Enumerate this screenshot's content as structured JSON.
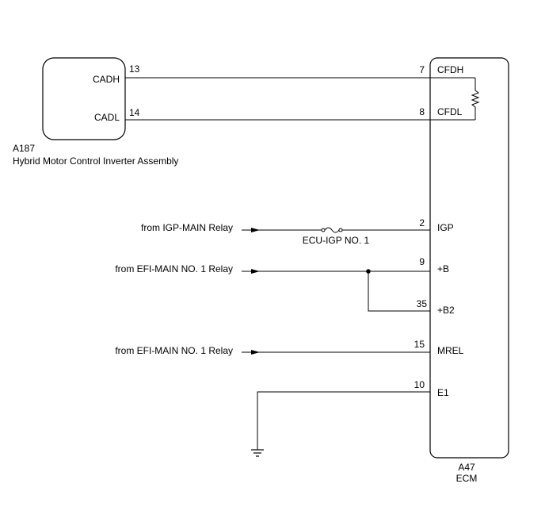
{
  "inverter": {
    "code": "A187",
    "name": "Hybrid Motor Control Inverter Assembly",
    "pins": [
      {
        "signal": "CADH",
        "pin": "13"
      },
      {
        "signal": "CADL",
        "pin": "14"
      }
    ]
  },
  "ecm": {
    "code": "A47",
    "name": "ECM",
    "pins": [
      {
        "pin": "7",
        "signal": "CFDH"
      },
      {
        "pin": "8",
        "signal": "CFDL"
      },
      {
        "pin": "2",
        "signal": "IGP"
      },
      {
        "pin": "9",
        "signal": "+B"
      },
      {
        "pin": "35",
        "signal": "+B2"
      },
      {
        "pin": "15",
        "signal": "MREL"
      },
      {
        "pin": "10",
        "signal": "E1"
      }
    ]
  },
  "sources": [
    {
      "label": "from IGP-MAIN Relay"
    },
    {
      "label": "from EFI-MAIN NO. 1 Relay"
    },
    {
      "label": "from EFI-MAIN NO. 1 Relay"
    }
  ],
  "fuse": {
    "label": "ECU-IGP NO. 1"
  }
}
